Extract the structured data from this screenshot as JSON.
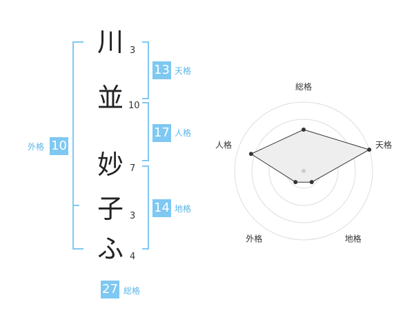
{
  "name": {
    "characters": [
      {
        "char": "川",
        "strokes": "3"
      },
      {
        "char": "並",
        "strokes": "10"
      },
      {
        "char": "妙",
        "strokes": "7"
      },
      {
        "char": "子",
        "strokes": "3"
      },
      {
        "char": "ふ",
        "strokes": "4"
      }
    ]
  },
  "fortune": {
    "tenkaku": {
      "value": "13",
      "label": "天格"
    },
    "jinkaku": {
      "value": "17",
      "label": "人格"
    },
    "chikaku": {
      "value": "14",
      "label": "地格"
    },
    "gaikaku": {
      "value": "10",
      "label": "外格"
    },
    "soukaku": {
      "value": "27",
      "label": "総格"
    }
  },
  "chart_data": {
    "type": "radar",
    "axes": [
      "総格",
      "天格",
      "地格",
      "外格",
      "人格"
    ],
    "values": [
      3,
      5,
      1,
      1,
      4
    ],
    "max": 5,
    "rings": 4,
    "colors": {
      "fill": "#eeeeee",
      "stroke": "#333333",
      "ring": "#dddddd",
      "center": "#cccccc"
    }
  },
  "colors": {
    "accent": "#7ec8f2",
    "label": "#59b6ea"
  }
}
